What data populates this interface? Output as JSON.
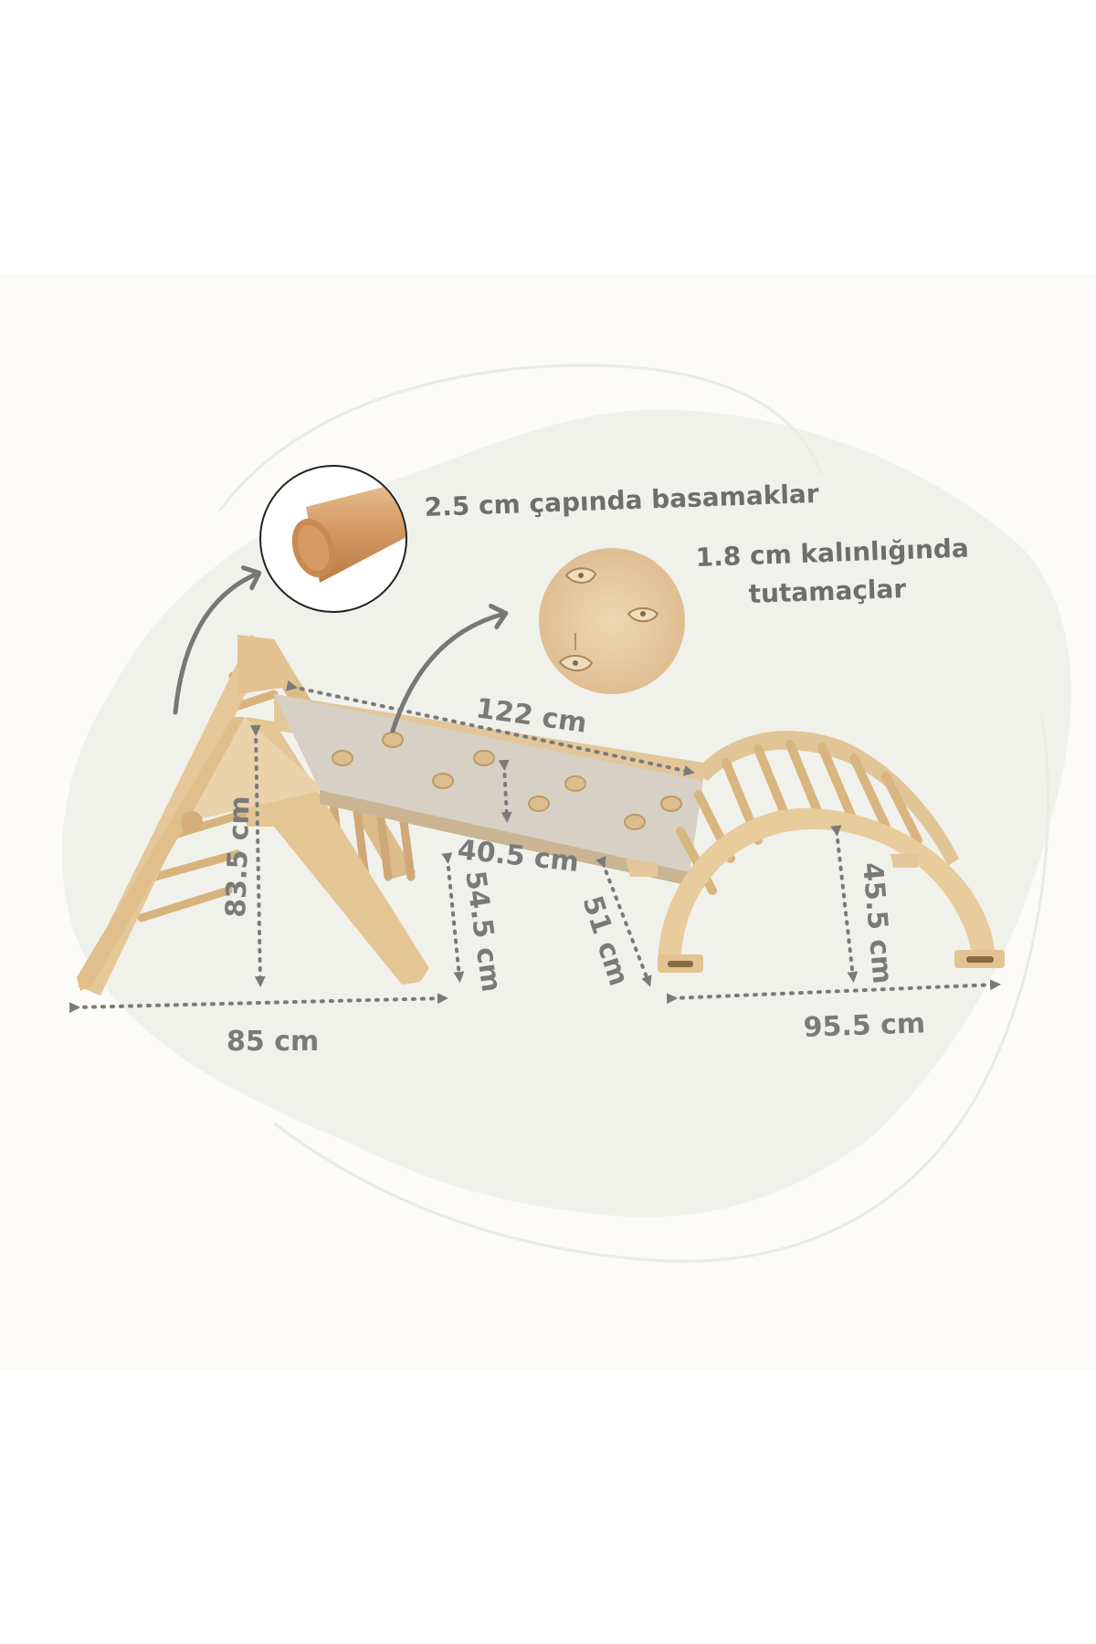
{
  "colors": {
    "panel_bg": "#fcfbf7",
    "blob": "#f1f1ec",
    "wood_light": "#ead2ab",
    "wood_mid": "#dcbc8a",
    "wood_dark": "#c9a06a",
    "ramp": "#d6d1c4",
    "dim_line": "#7a7a7a",
    "label": "#6e6e6e",
    "arrow": "#777777"
  },
  "icons": {
    "rung": "wooden-rung-icon",
    "holds": "climbing-holds-icon"
  },
  "callouts": {
    "rung_text": "2.5 cm çapında basamaklar",
    "holds_line1": "1.8 cm kalınlığında",
    "holds_line2": "tutamaçlar"
  },
  "dimensions": {
    "ramp_length": "122 cm",
    "ramp_width": "40.5 cm",
    "triangle_height": "83.5 cm",
    "triangle_inner_height": "54.5 cm",
    "triangle_base": "85 cm",
    "ramp_rise": "51 cm",
    "arch_height": "45.5 cm",
    "arch_base": "95.5 cm"
  }
}
